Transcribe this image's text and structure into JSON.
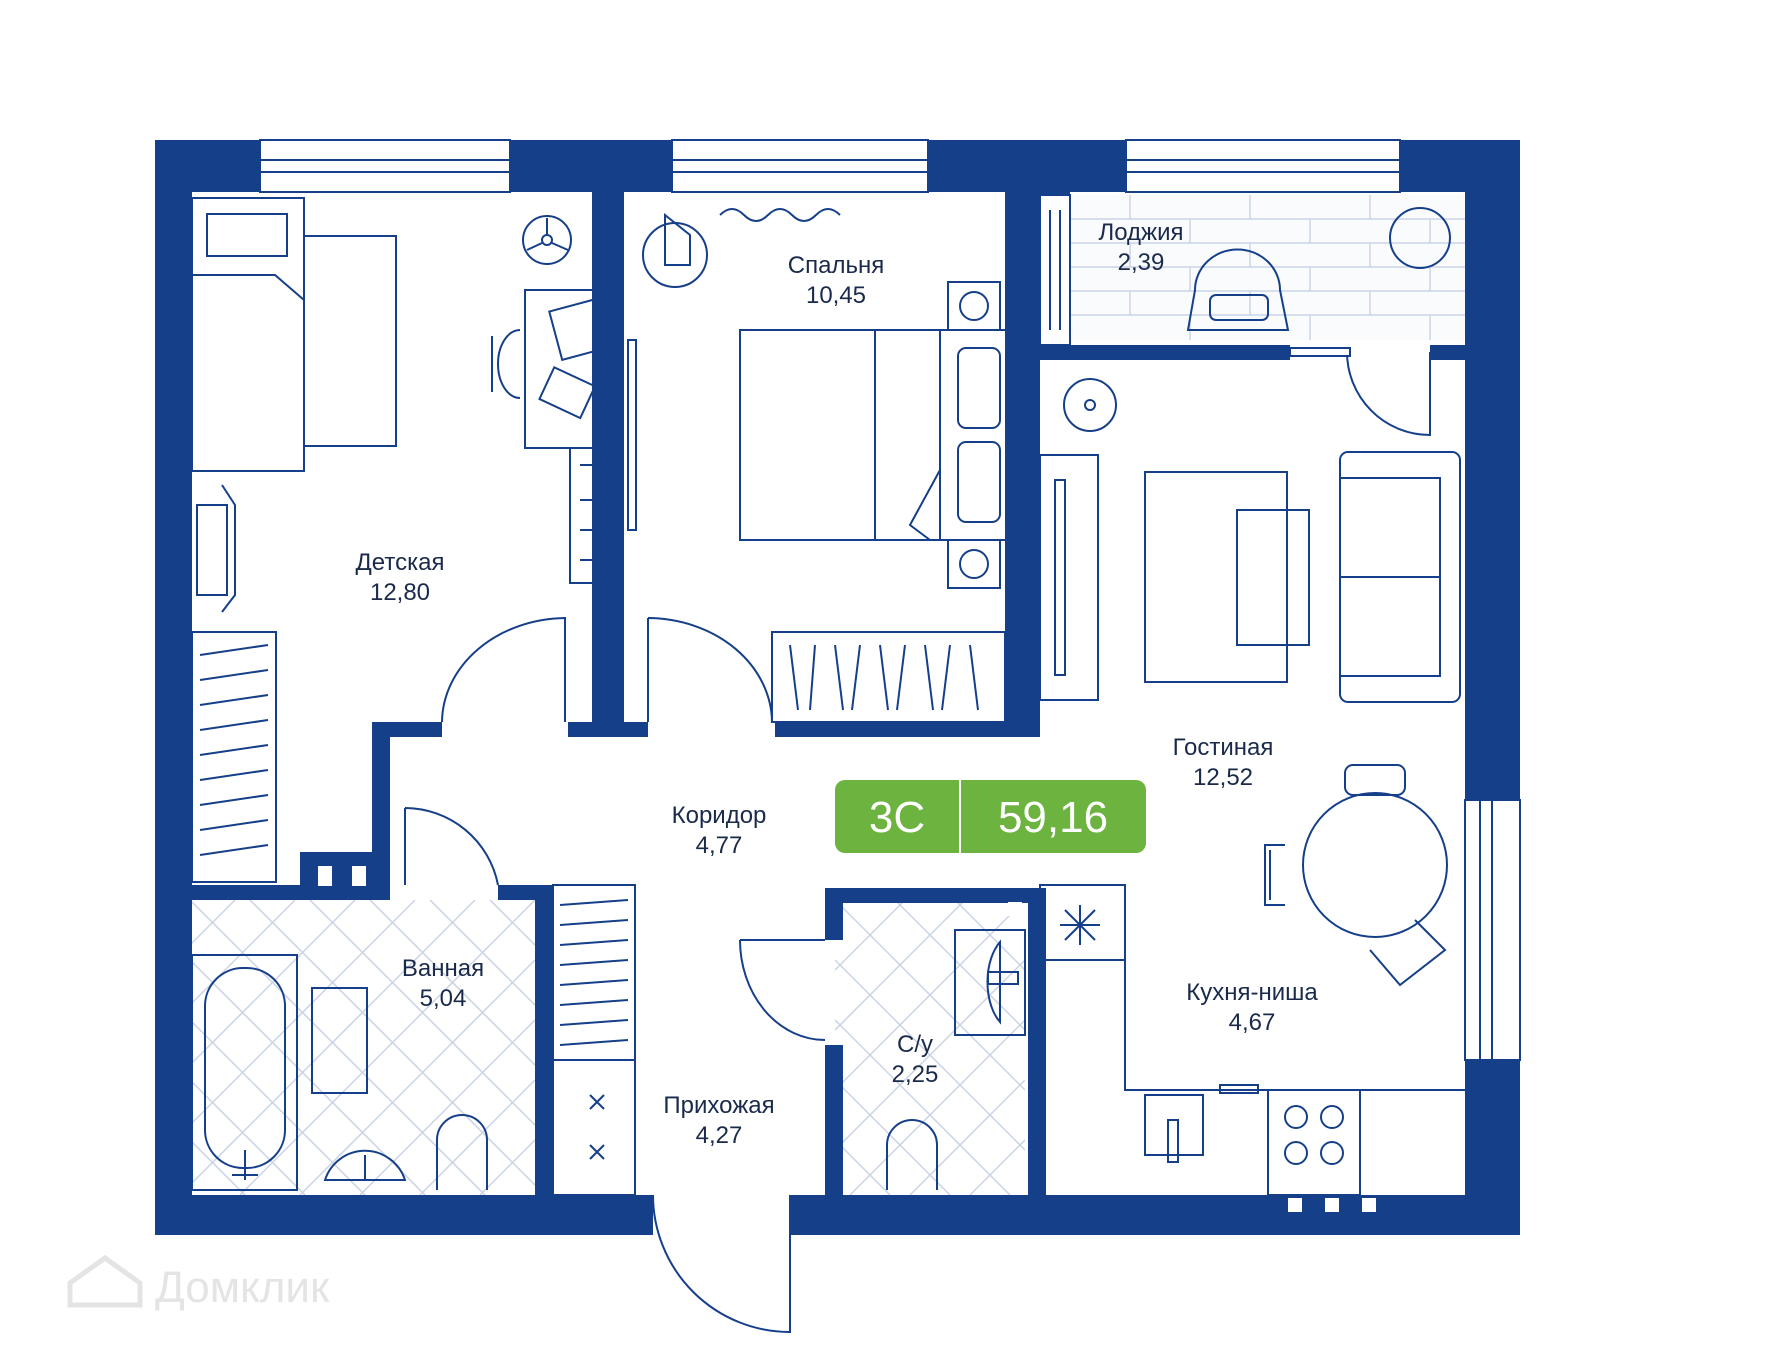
{
  "rooms": {
    "nursery": {
      "name": "Детская",
      "area": "12,80"
    },
    "bedroom": {
      "name": "Спальня",
      "area": "10,45"
    },
    "loggia": {
      "name": "Лоджия",
      "area": "2,39"
    },
    "living": {
      "name": "Гостиная",
      "area": "12,52"
    },
    "corridor": {
      "name": "Коридор",
      "area": "4,77"
    },
    "bathroom": {
      "name": "Ванная",
      "area": "5,04"
    },
    "hall": {
      "name": "Прихожая",
      "area": "4,27"
    },
    "wc": {
      "name": "С/у",
      "area": "2,25"
    },
    "kitchen": {
      "name": "Кухня-ниша",
      "area": "4,67"
    }
  },
  "badge": {
    "type": "3С",
    "total_area": "59,16",
    "color": "#6cb33f"
  },
  "watermark": "Домклик",
  "colors": {
    "wall": "#163f8a",
    "badge": "#6cb33f",
    "text": "#1a2a4a"
  }
}
